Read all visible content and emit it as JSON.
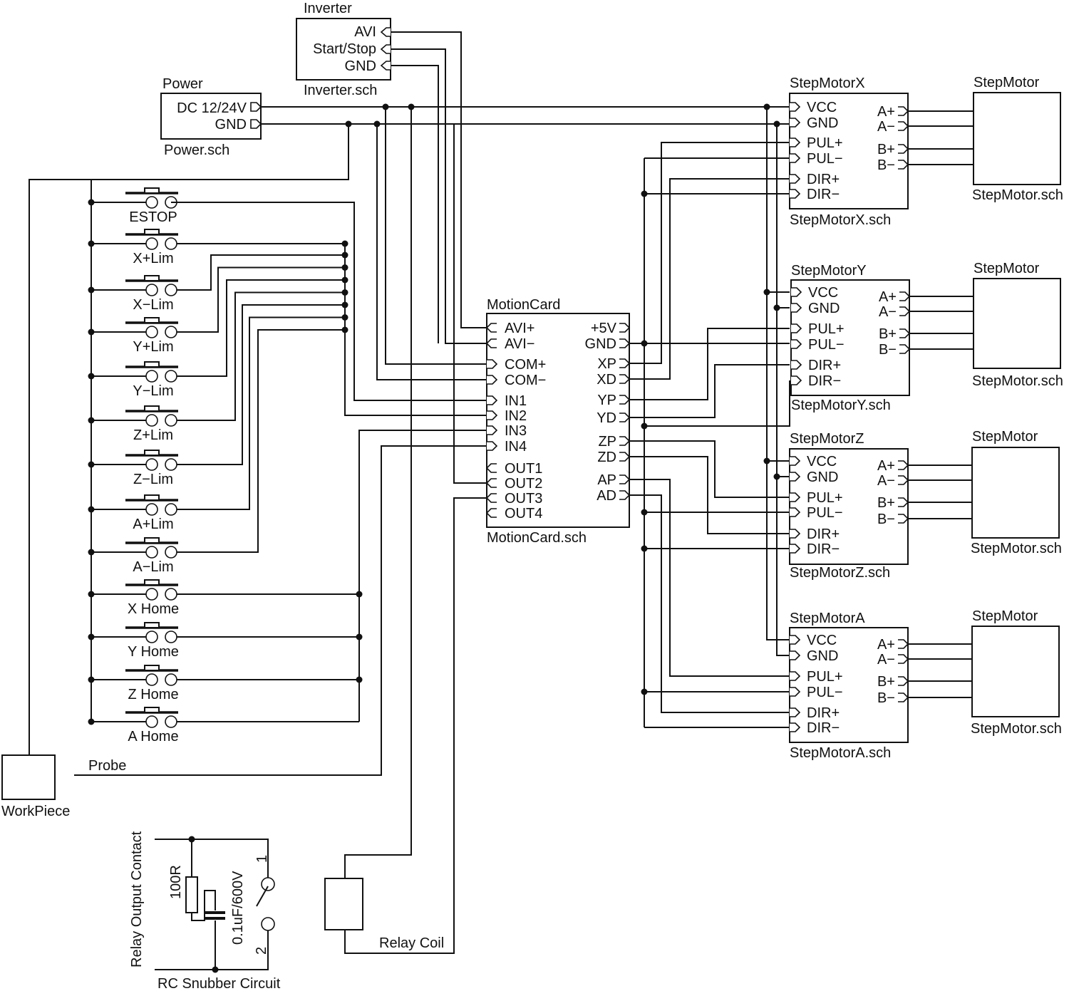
{
  "inverter": {
    "title": "Inverter",
    "file": "Inverter.sch",
    "pins": [
      "AVI",
      "Start/Stop",
      "GND"
    ]
  },
  "power": {
    "title": "Power",
    "file": "Power.sch",
    "pins": [
      "DC 12/24V",
      "GND"
    ]
  },
  "motion_card": {
    "title": "MotionCard",
    "file": "MotionCard.sch",
    "left_pins": [
      "AVI+",
      "AVI−",
      "COM+",
      "COM−",
      "IN1",
      "IN2",
      "IN3",
      "IN4",
      "OUT1",
      "OUT2",
      "OUT3",
      "OUT4"
    ],
    "right_pins": [
      "+5V",
      "GND",
      "XP",
      "XD",
      "YP",
      "YD",
      "ZP",
      "ZD",
      "AP",
      "AD"
    ]
  },
  "drivers": [
    {
      "title": "StepMotorX",
      "file": "StepMotorX.sch"
    },
    {
      "title": "StepMotorY",
      "file": "StepMotorY.sch"
    },
    {
      "title": "StepMotorZ",
      "file": "StepMotorZ.sch"
    },
    {
      "title": "StepMotorA",
      "file": "StepMotorA.sch"
    }
  ],
  "driver_left_pins": [
    "VCC",
    "GND",
    "PUL+",
    "PUL−",
    "DIR+",
    "DIR−"
  ],
  "driver_right_pins": [
    "A+",
    "A−",
    "B+",
    "B−"
  ],
  "motor": {
    "title": "StepMotor",
    "file": "StepMotor.sch"
  },
  "switches": [
    "ESTOP",
    "X+Lim",
    "X−Lim",
    "Y+Lim",
    "Y−Lim",
    "Z+Lim",
    "Z−Lim",
    "A+Lim",
    "A−Lim",
    "X Home",
    "Y Home",
    "Z Home",
    "A Home"
  ],
  "probe_label": "Probe",
  "workpiece_label": "WorkPiece",
  "relay_coil_label": "Relay Coil",
  "snubber": {
    "contact_label": "Relay Output Contact",
    "resistor": "100R",
    "capacitor": "0.1uF/600V",
    "title": "RC Snubber Circuit",
    "pin1": "1",
    "pin2": "2"
  }
}
